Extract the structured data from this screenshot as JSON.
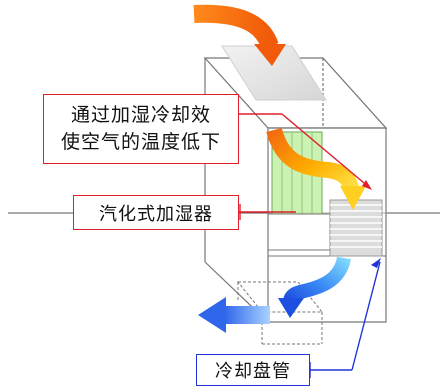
{
  "callouts": {
    "evaporative_cooling": {
      "line1": "通过加湿冷却效",
      "line2": "使空气的温度低下"
    },
    "evaporative_humidifier": {
      "label": "汽化式加湿器"
    },
    "cooling_coil": {
      "label": "冷却盘管"
    }
  },
  "colors": {
    "red_callout": "#e0202a",
    "blue_callout": "#2034d8",
    "supply_air_arrow": "#f05a0a",
    "warm_air_arrow": "#f7c400",
    "cooled_air_arrow": "#2a6af0",
    "exhaust_arrow": "#3d7cf0",
    "humidifier_media": "#b9ee9a",
    "coil": "#dcdcdc"
  }
}
